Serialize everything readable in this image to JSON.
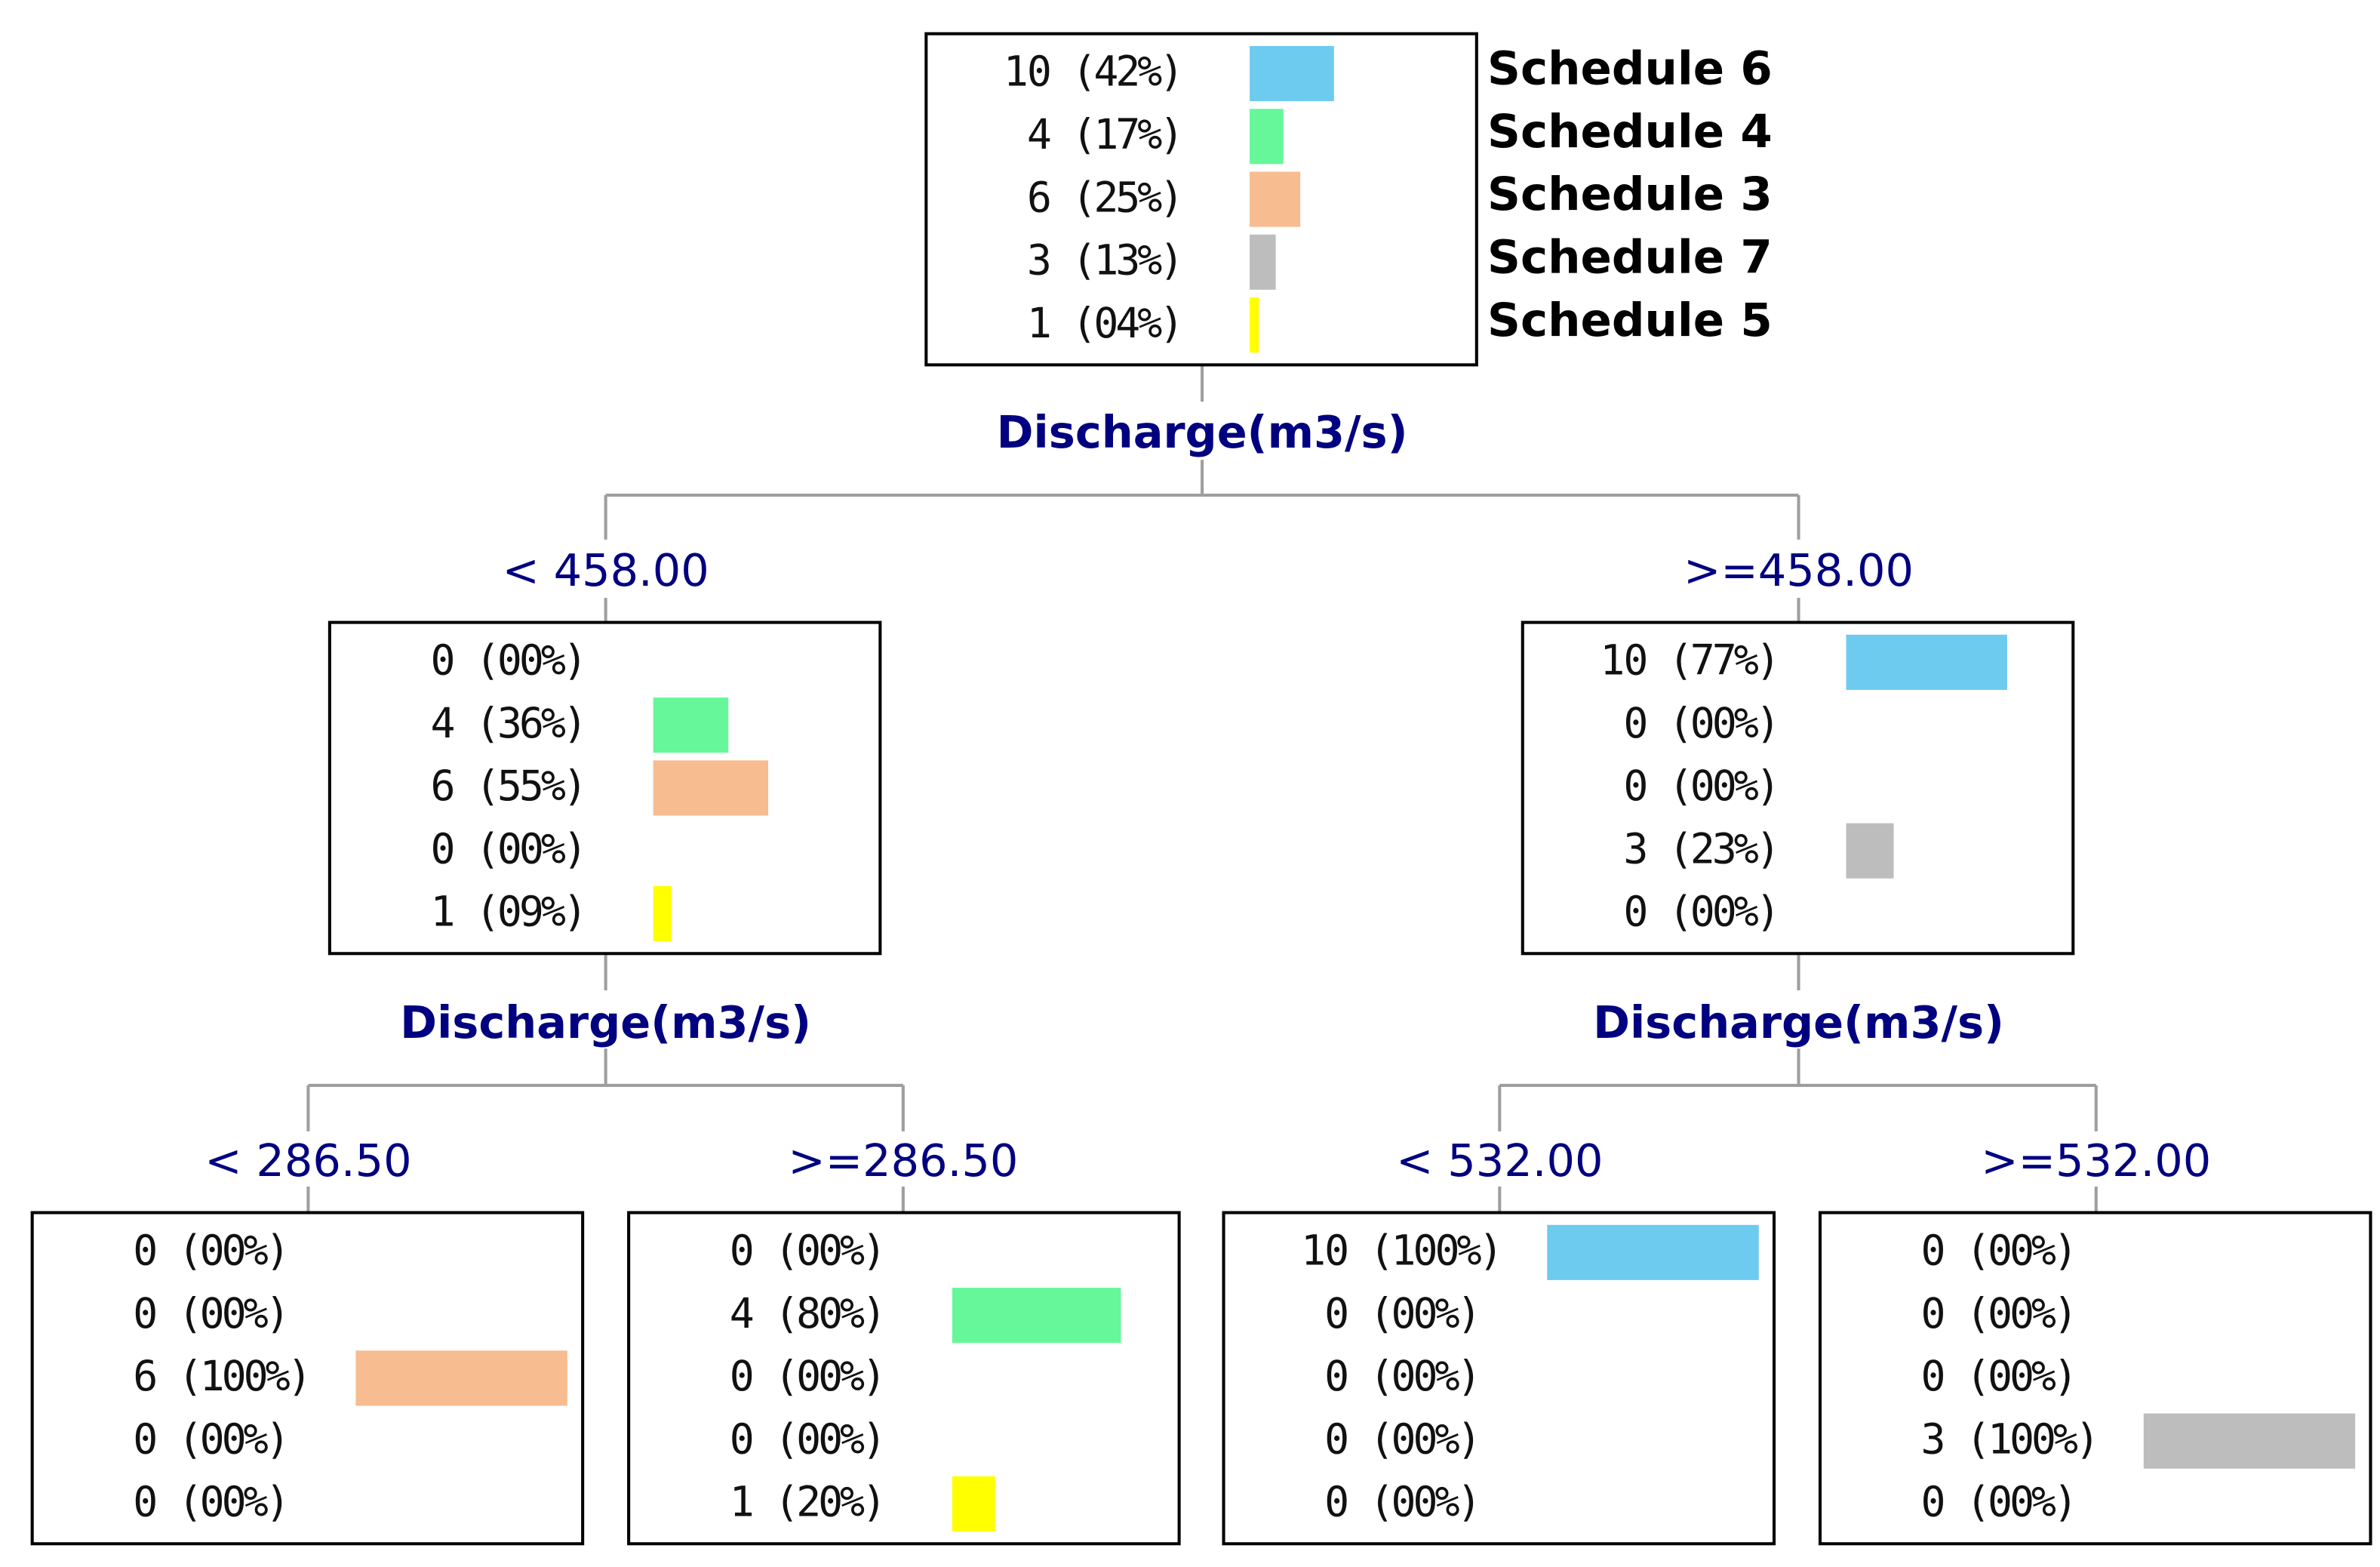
{
  "colors": {
    "schedule_6": "#6ccbee",
    "schedule_4": "#66f79a",
    "schedule_3": "#f7bc90",
    "schedule_7": "#bdbdbd",
    "schedule_5": "#ffff00",
    "split_text": "#000080",
    "line": "#9e9e9e"
  },
  "legend": [
    "Schedule 6",
    "Schedule 4",
    "Schedule 3",
    "Schedule 7",
    "Schedule 5"
  ],
  "splits": {
    "root": "Discharge(m3/s)",
    "left": "Discharge(m3/s)",
    "right": "Discharge(m3/s)"
  },
  "conditions": {
    "root_left": "< 458.00",
    "root_right": ">=458.00",
    "left_left": "< 286.50",
    "left_right": ">=286.50",
    "right_left": "< 532.00",
    "right_right": ">=532.00"
  },
  "nodes": {
    "root": [
      {
        "count": "10",
        "pct": "(42%)",
        "frac": 0.42
      },
      {
        "count": "4",
        "pct": "(17%)",
        "frac": 0.17
      },
      {
        "count": "6",
        "pct": "(25%)",
        "frac": 0.25
      },
      {
        "count": "3",
        "pct": "(13%)",
        "frac": 0.13
      },
      {
        "count": "1",
        "pct": "(04%)",
        "frac": 0.04
      }
    ],
    "left": [
      {
        "count": "0",
        "pct": "(00%)",
        "frac": 0
      },
      {
        "count": "4",
        "pct": "(36%)",
        "frac": 0.36
      },
      {
        "count": "6",
        "pct": "(55%)",
        "frac": 0.55
      },
      {
        "count": "0",
        "pct": "(00%)",
        "frac": 0
      },
      {
        "count": "1",
        "pct": "(09%)",
        "frac": 0.09
      }
    ],
    "right": [
      {
        "count": "10",
        "pct": "(77%)",
        "frac": 0.77
      },
      {
        "count": "0",
        "pct": "(00%)",
        "frac": 0
      },
      {
        "count": "0",
        "pct": "(00%)",
        "frac": 0
      },
      {
        "count": "3",
        "pct": "(23%)",
        "frac": 0.23
      },
      {
        "count": "0",
        "pct": "(00%)",
        "frac": 0
      }
    ],
    "ll": [
      {
        "count": "0",
        "pct": "(00%)",
        "frac": 0
      },
      {
        "count": "0",
        "pct": "(00%)",
        "frac": 0
      },
      {
        "count": "6",
        "pct": "(100%)",
        "frac": 1.0
      },
      {
        "count": "0",
        "pct": "(00%)",
        "frac": 0
      },
      {
        "count": "0",
        "pct": "(00%)",
        "frac": 0
      }
    ],
    "lr": [
      {
        "count": "0",
        "pct": "(00%)",
        "frac": 0
      },
      {
        "count": "4",
        "pct": "(80%)",
        "frac": 0.8
      },
      {
        "count": "0",
        "pct": "(00%)",
        "frac": 0
      },
      {
        "count": "0",
        "pct": "(00%)",
        "frac": 0
      },
      {
        "count": "1",
        "pct": "(20%)",
        "frac": 0.2
      }
    ],
    "rl": [
      {
        "count": "10",
        "pct": "(100%)",
        "frac": 1.0
      },
      {
        "count": "0",
        "pct": "(00%)",
        "frac": 0
      },
      {
        "count": "0",
        "pct": "(00%)",
        "frac": 0
      },
      {
        "count": "0",
        "pct": "(00%)",
        "frac": 0
      },
      {
        "count": "0",
        "pct": "(00%)",
        "frac": 0
      }
    ],
    "rr": [
      {
        "count": "0",
        "pct": "(00%)",
        "frac": 0
      },
      {
        "count": "0",
        "pct": "(00%)",
        "frac": 0
      },
      {
        "count": "0",
        "pct": "(00%)",
        "frac": 0
      },
      {
        "count": "3",
        "pct": "(100%)",
        "frac": 1.0
      },
      {
        "count": "0",
        "pct": "(00%)",
        "frac": 0
      }
    ]
  }
}
